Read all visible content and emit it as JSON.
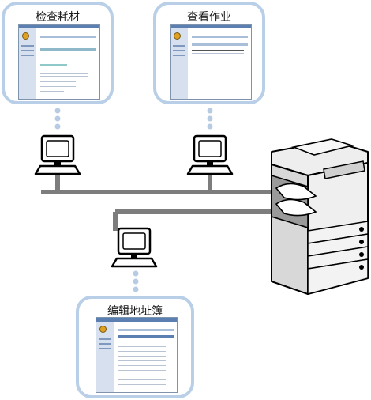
{
  "bubbles": {
    "check_supplies": "检查耗材",
    "view_jobs": "查看作业",
    "edit_address_book": "编辑地址簿"
  },
  "colors": {
    "bubble_border": "#b9cfe7",
    "connector_dots": "#b7cbe3",
    "network_line": "#7d7d7d",
    "computer_body": "#ffffff",
    "computer_outline": "#000000",
    "printer_body": "#e8e8e8",
    "printer_shadow": "#b0b0b0"
  },
  "icons": [
    "computer-icon",
    "computer-icon",
    "computer-icon",
    "multifunction-printer-icon"
  ]
}
